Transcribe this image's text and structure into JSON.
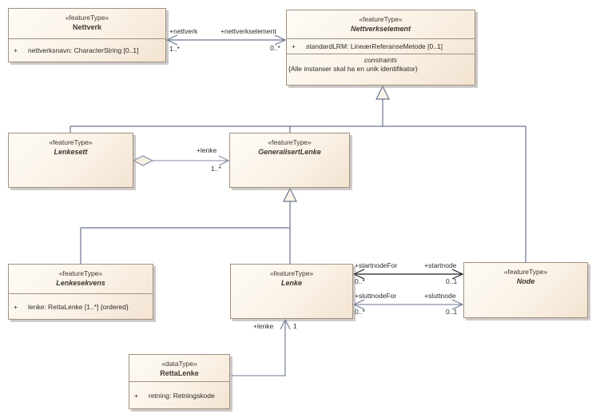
{
  "diagram_title": "Nettverk / Nettverkselement UML feature type diagram",
  "classes": [
    {
      "id": "nettverk",
      "stereotype": "«featureType»",
      "name": "Nettverk",
      "abstract": false,
      "attributes": [
        {
          "vis": "+",
          "text": "nettverksnavn: CharacterString [0..1]"
        }
      ]
    },
    {
      "id": "nettverkselement",
      "stereotype": "«featureType»",
      "name": "Nettverkselement",
      "abstract": true,
      "attributes": [
        {
          "vis": "+",
          "text": "standardLRM: LineærReferanseMetode [0..1]"
        }
      ],
      "constraints_label": "constraints",
      "constraint": "{Alle instanser skal ha en unik identifikator}"
    },
    {
      "id": "lenkesett",
      "stereotype": "«featureType»",
      "name": "Lenkesett",
      "abstract": true,
      "attributes": []
    },
    {
      "id": "generalisertlenke",
      "stereotype": "«featureType»",
      "name": "GeneralisertLenke",
      "abstract": true,
      "attributes": []
    },
    {
      "id": "lenkesekvens",
      "stereotype": "«featureType»",
      "name": "Lenkesekvens",
      "abstract": true,
      "attributes": [
        {
          "vis": "+",
          "text": "lenke: RettaLenke [1..*] {ordered}"
        }
      ]
    },
    {
      "id": "lenke",
      "stereotype": "«featureType»",
      "name": "Lenke",
      "abstract": true,
      "attributes": []
    },
    {
      "id": "node",
      "stereotype": "«featureType»",
      "name": "Node",
      "abstract": true,
      "attributes": []
    },
    {
      "id": "rettalenke",
      "stereotype": "«dataType»",
      "name": "RettaLenke",
      "abstract": false,
      "attributes": [
        {
          "vis": "+",
          "text": "retning: Retningskode"
        }
      ]
    }
  ],
  "edges": {
    "nettverk_assoc": {
      "role_left": "+nettverk",
      "mult_left": "1..*",
      "role_right": "+nettverkselement",
      "mult_right": "0..*"
    },
    "lenkesett_aggregation": {
      "role": "+lenke",
      "mult": "1..*"
    },
    "startnode_assoc": {
      "role_left": "+startnodeFor",
      "mult_left": "0..*",
      "role_right": "+startnode",
      "mult_right": "0..1"
    },
    "sluttnode_assoc": {
      "role_left": "+sluttnodeFor",
      "mult_left": "0..*",
      "role_right": "+sluttnode",
      "mult_right": "0..1"
    },
    "rettalenke_assoc": {
      "role": "+lenke",
      "mult": "1"
    }
  },
  "colors": {
    "box_fill_top": "#fefcf7",
    "box_fill_bottom": "#f3e3d1",
    "box_border": "#a2907f",
    "connector": "#6a7590",
    "connector_dark": "#1f1f1f",
    "shadow": "#9b9691",
    "text": "#2e2b28"
  }
}
